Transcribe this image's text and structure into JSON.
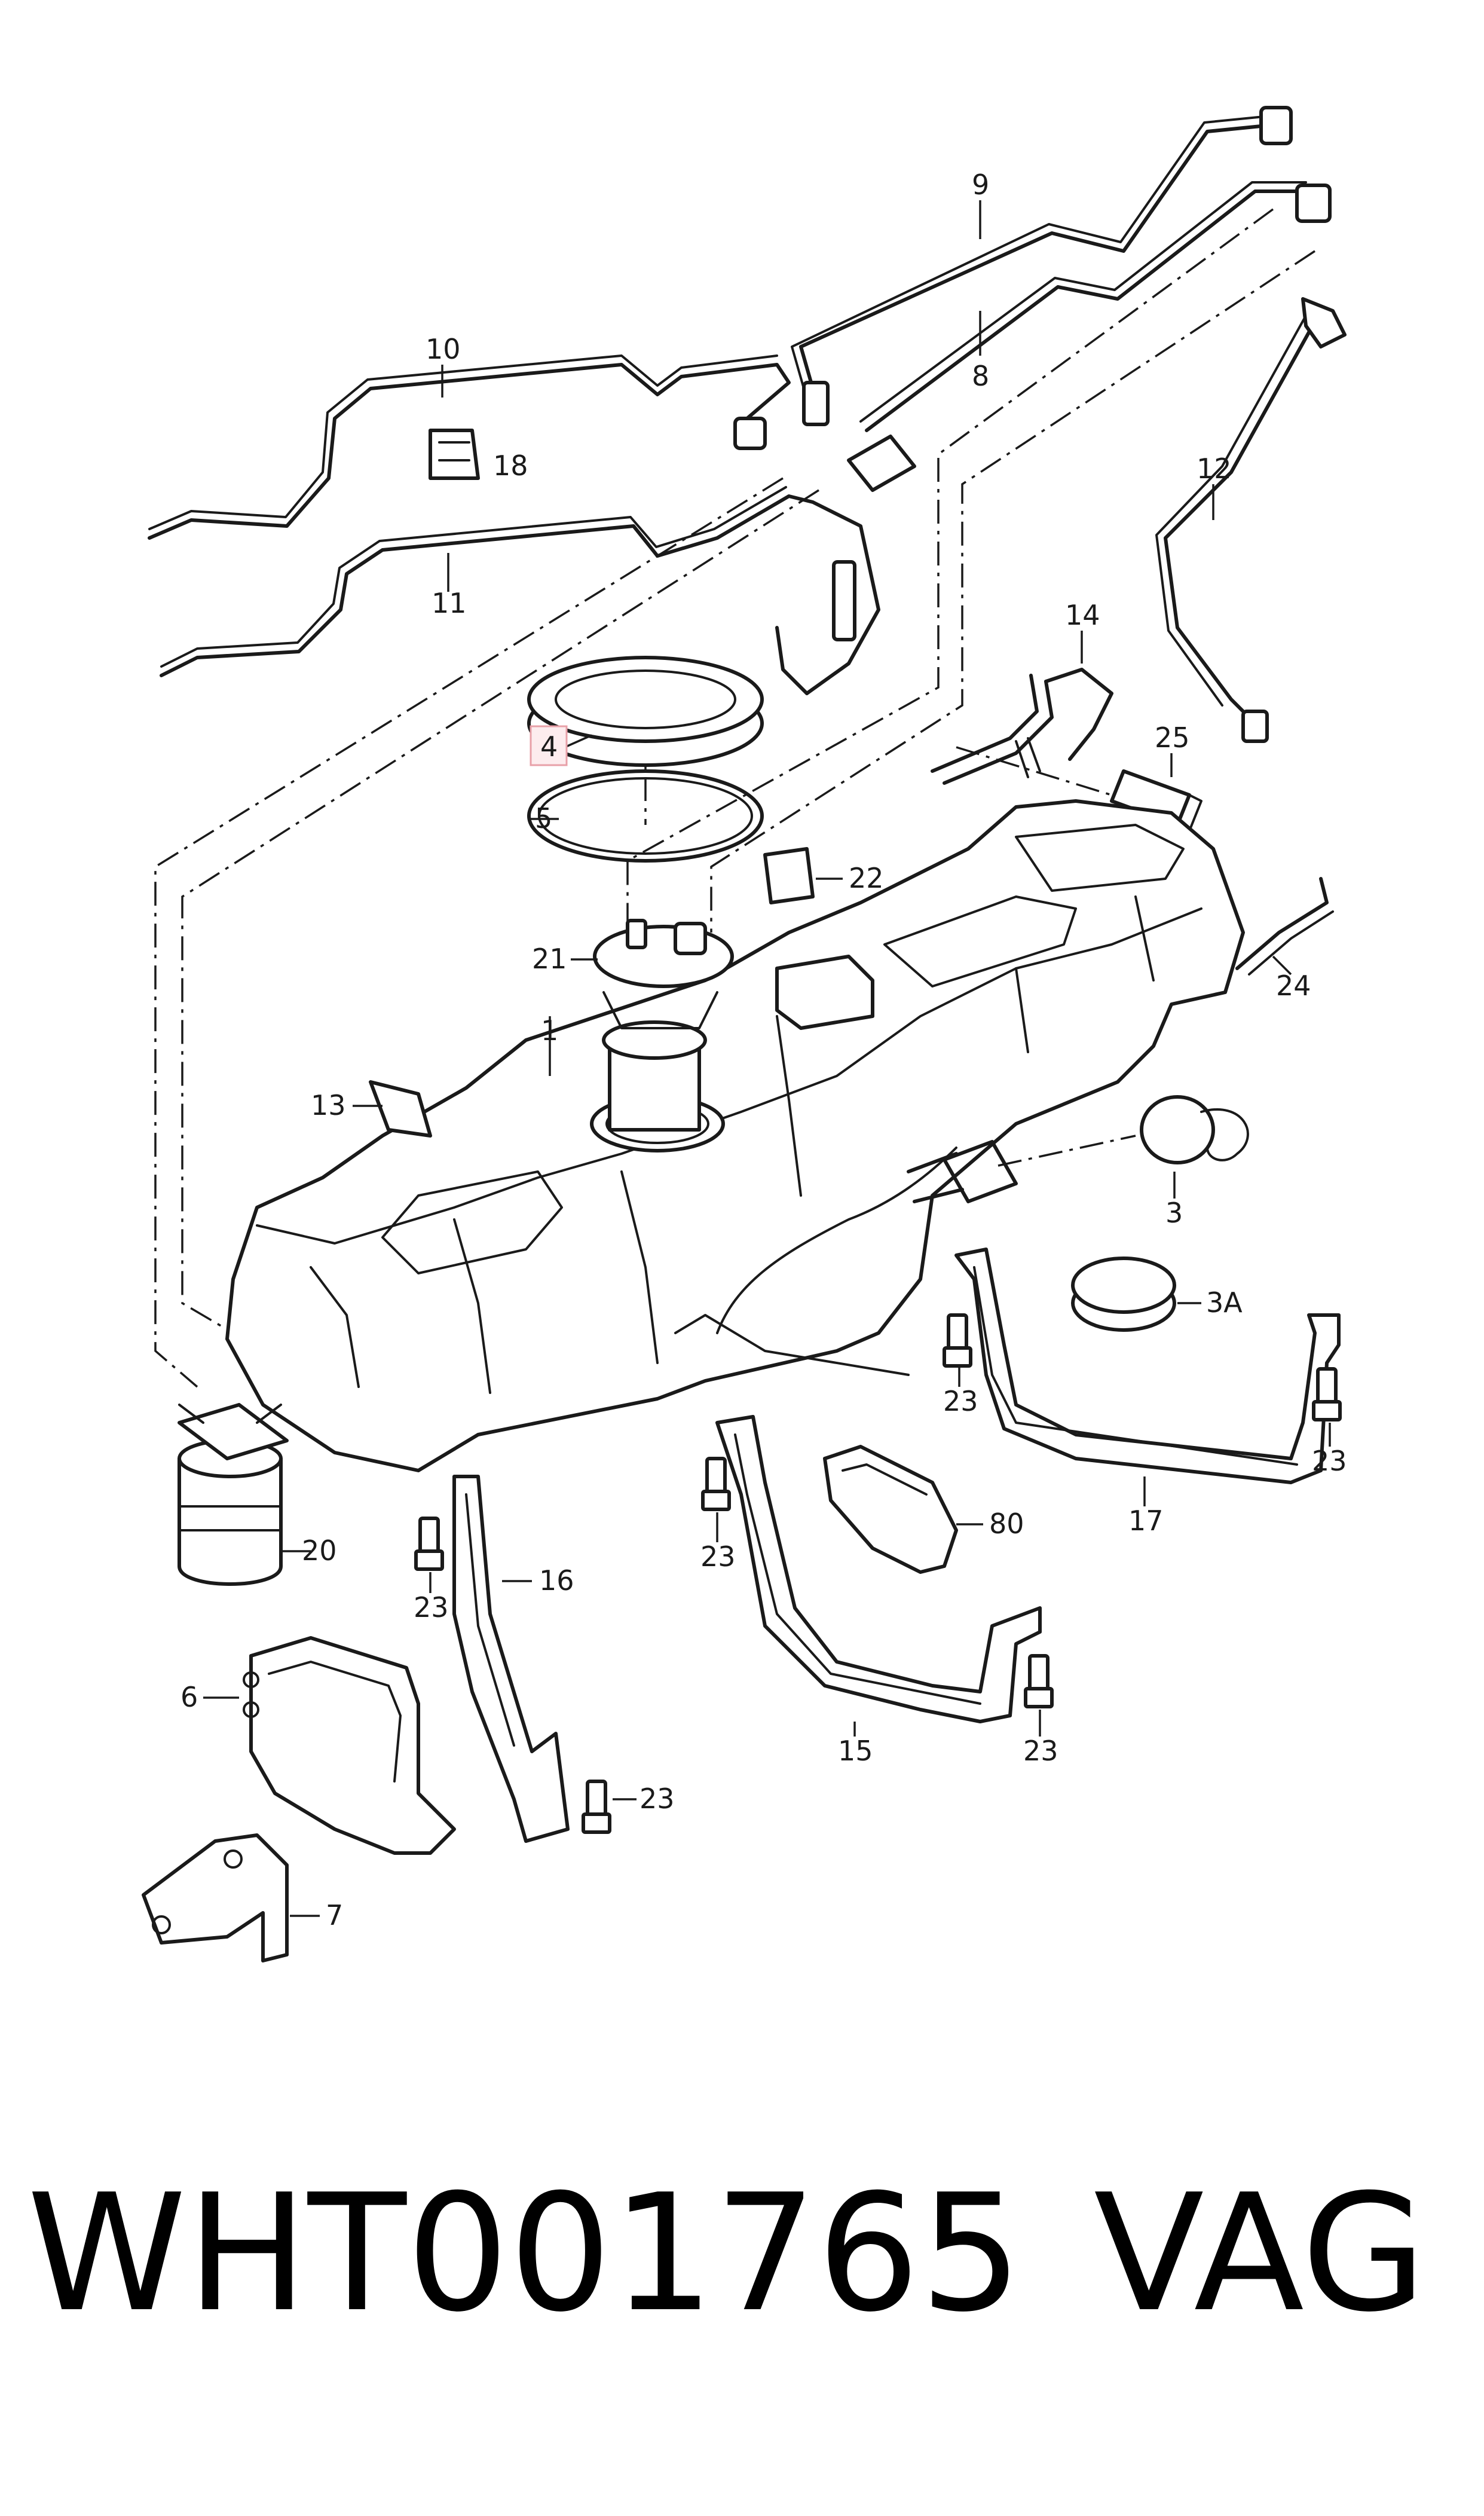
{
  "diagram": {
    "callouts": {
      "p1": "1",
      "p3": "3",
      "p3a": "3A",
      "p4": "4",
      "p5": "5",
      "p6": "6",
      "p7": "7",
      "p8": "8",
      "p9": "9",
      "p10": "10",
      "p11": "11",
      "p12": "12",
      "p13": "13",
      "p14": "14",
      "p15": "15",
      "p16": "16",
      "p17": "17",
      "p18": "18",
      "p20": "20",
      "p21": "21",
      "p22": "22",
      "p23": "23",
      "p24": "24",
      "p25": "25",
      "p80": "80"
    },
    "highlight_color": "#e8a0a8",
    "highlight_fill": "#fdecee"
  },
  "caption": {
    "part_number": "WHT001765",
    "brand": "VAG"
  }
}
